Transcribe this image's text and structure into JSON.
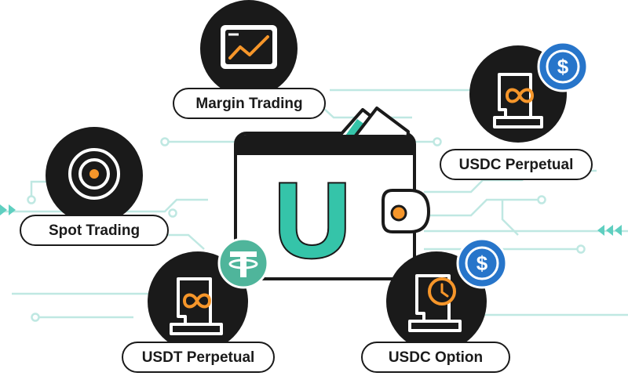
{
  "diagram": {
    "center": {
      "letter": "U"
    },
    "nodes": [
      {
        "id": "margin",
        "label": "Margin Trading",
        "icon": "chart-trend-icon"
      },
      {
        "id": "usdc-perp",
        "label": "USDC Perpetual",
        "icon": "contract-infinity-icon",
        "badge": "usdc-coin-icon"
      },
      {
        "id": "spot",
        "label": "Spot Trading",
        "icon": "target-icon"
      },
      {
        "id": "usdt-perp",
        "label": "USDT Perpetual",
        "icon": "contract-infinity-icon",
        "badge": "tether-coin-icon"
      },
      {
        "id": "usdc-option",
        "label": "USDC Option",
        "icon": "contract-clock-icon",
        "badge": "usdc-coin-icon"
      }
    ]
  },
  "colors": {
    "circuit": "#bfe8e2",
    "circuit_dark": "#5fcfc0",
    "teal": "#35c4a9",
    "orange": "#f6962a",
    "dark": "#1a1a1a",
    "usdc_blue": "#2775ca",
    "tether_green": "#4fb59b"
  }
}
